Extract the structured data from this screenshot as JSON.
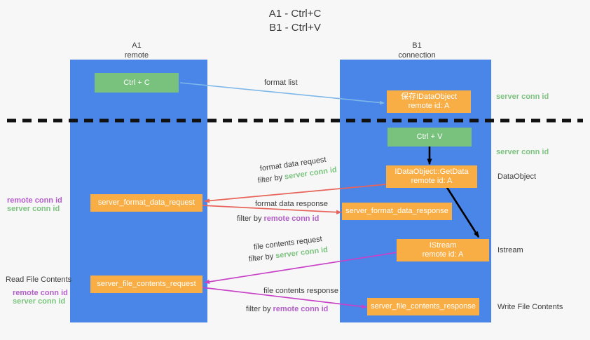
{
  "title": {
    "line1": "A1 - Ctrl+C",
    "line2": "B1 - Ctrl+V"
  },
  "columns": [
    {
      "name": "A1",
      "sub": "remote"
    },
    {
      "name": "B1",
      "sub": "connection"
    }
  ],
  "colors": {
    "lane": "#4a86e8",
    "orange_box": "#f9ae45",
    "green_box": "#79c27d",
    "green_text": "#7cc47f",
    "purple_text": "#b45ec9",
    "red_arrow": "#e8645a",
    "magenta_arrow": "#c742c7",
    "blue_arrow": "#7eb8e8",
    "black_arrow": "#000000",
    "background": "#f7f7f7"
  },
  "boxes": {
    "ctrl_c": {
      "line1": "Ctrl + C",
      "line2": ""
    },
    "save_idataobject": {
      "line1": "保存IDataObject",
      "line2": "remote id: A"
    },
    "ctrl_v": {
      "line1": "Ctrl + V",
      "line2": ""
    },
    "getdata": {
      "line1": "IDataObject::GetData",
      "line2": "remote id: A"
    },
    "server_format_data_request": {
      "line1": "server_format_data_request",
      "line2": ""
    },
    "server_format_data_response": {
      "line1": "server_format_data_response",
      "line2": ""
    },
    "istream": {
      "line1": "IStream",
      "line2": "remote id: A"
    },
    "server_file_contents_request": {
      "line1": "server_file_contents_request",
      "line2": ""
    },
    "server_file_contents_response": {
      "line1": "server_file_contents_response",
      "line2": ""
    }
  },
  "labels": {
    "format_list": "format list",
    "server_conn_id_top": "server conn id",
    "server_conn_id_mid": "server conn id",
    "dataobject": "DataObject",
    "istream_label": "Istream",
    "write_file_contents": "Write File Contents",
    "read_file_contents": "Read File Contents",
    "format_data_request": "format data request",
    "format_data_response": "format data response",
    "file_contents_request": "file contents request",
    "file_contents_response": "file contents response",
    "filter_by": "filter by ",
    "filter_server_conn_id": "server conn id",
    "filter_remote_conn_id": "remote conn id",
    "left_remote_conn_id": "remote conn id",
    "left_server_conn_id": "server conn id",
    "left_remote_conn_id_2": "remote conn id",
    "left_server_conn_id_2": "server conn id"
  }
}
